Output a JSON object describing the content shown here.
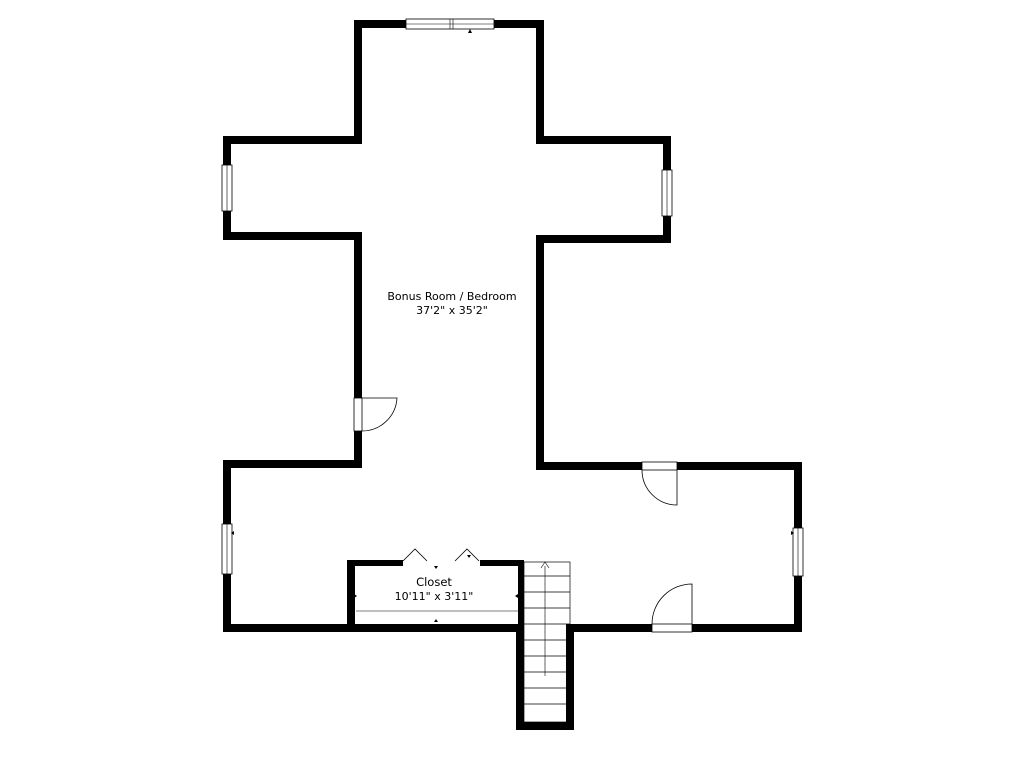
{
  "rooms": {
    "main": {
      "name": "Bonus Room / Bedroom",
      "dimensions": "37'2\" x 35'2\""
    },
    "closet": {
      "name": "Closet",
      "dimensions": "10'11\" x 3'11\""
    }
  },
  "colors": {
    "wall": "#000000",
    "background": "#ffffff"
  }
}
